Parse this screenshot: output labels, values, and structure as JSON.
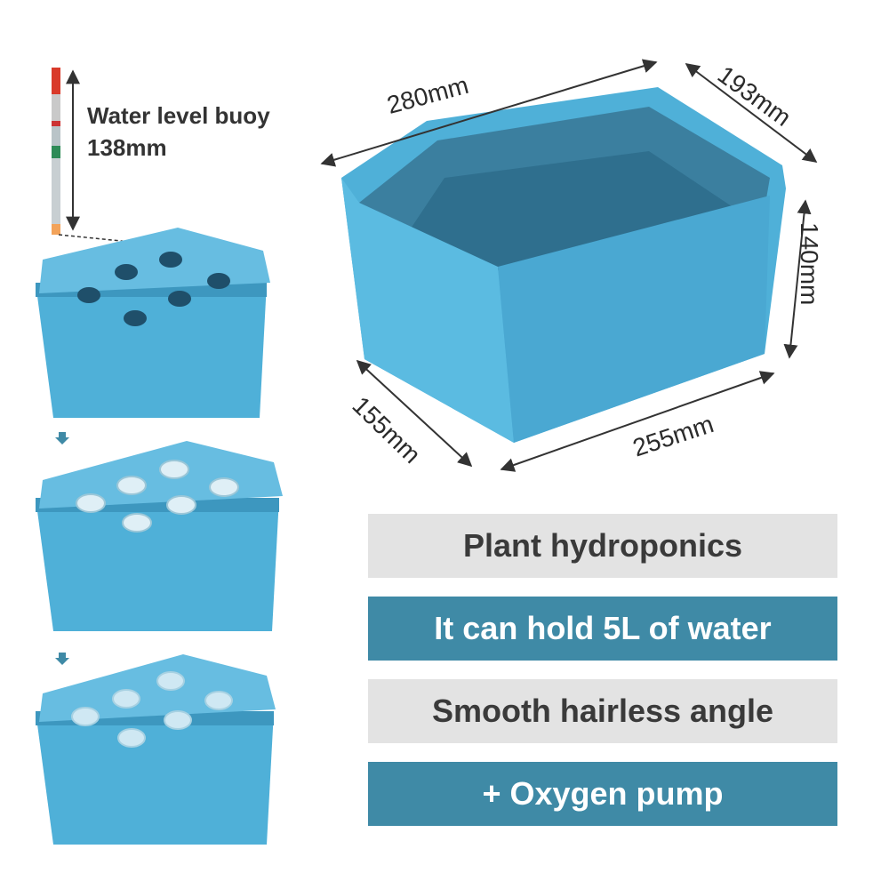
{
  "buoy": {
    "line1": "Water level buoy",
    "line2": "138mm"
  },
  "dimensions": {
    "length_top": "280mm",
    "depth_top": "193mm",
    "height": "140mm",
    "depth_bottom": "155mm",
    "length_bottom": "255mm"
  },
  "features": [
    "Plant hydroponics",
    "It can hold 5L of water",
    "Smooth hairless angle",
    "+ Oxygen pump"
  ],
  "colors": {
    "box": "#4fb0d8",
    "box_dark": "#3d97bf",
    "banner_dark": "#3f8aa6",
    "banner_light": "#e3e3e3"
  }
}
